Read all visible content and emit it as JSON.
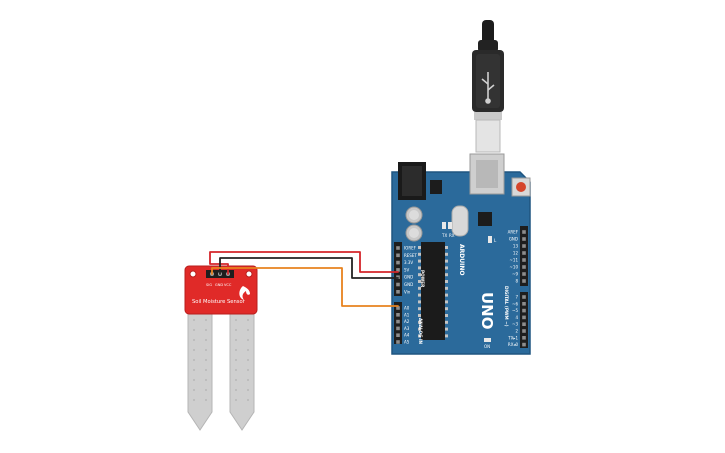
{
  "sensor": {
    "title": "Soil Moisture Sensor",
    "pins": [
      "SIG",
      "GND",
      "VCC"
    ]
  },
  "arduino": {
    "brand": "ARDUINO",
    "model": "UNO",
    "led_labels": [
      "TX",
      "RX"
    ],
    "power_header": [
      "IOREF",
      "RESET",
      "3.3V",
      "5V",
      "GND",
      "GND",
      "Vin"
    ],
    "power_label": "POWER",
    "analog_header": [
      "A0",
      "A1",
      "A2",
      "A3",
      "A4",
      "A5"
    ],
    "analog_label": "ANALOG IN",
    "digital_header_top": [
      "AREF",
      "GND",
      "13",
      "12",
      "~11",
      "~10",
      "~9",
      "8"
    ],
    "digital_header_bottom": [
      "7",
      "~6",
      "~5",
      "4",
      "~3",
      "2",
      "TX▸1",
      "RX◂0"
    ],
    "digital_label": "DIGITAL (PWM ~)",
    "l_label": "L",
    "on_label": "ON"
  },
  "wires": [
    {
      "name": "vcc-wire",
      "color": "#d4252a",
      "from": "VCC",
      "to": "5V"
    },
    {
      "name": "gnd-wire",
      "color": "#222222",
      "from": "GND",
      "to": "GND"
    },
    {
      "name": "signal-wire",
      "color": "#e8821e",
      "from": "SIG",
      "to": "A0"
    }
  ],
  "colors": {
    "board": "#2b6a9b",
    "board_edge": "#1f5580",
    "sensor_pcb": "#e02a28",
    "usb_plug": "#2a2a2a"
  }
}
